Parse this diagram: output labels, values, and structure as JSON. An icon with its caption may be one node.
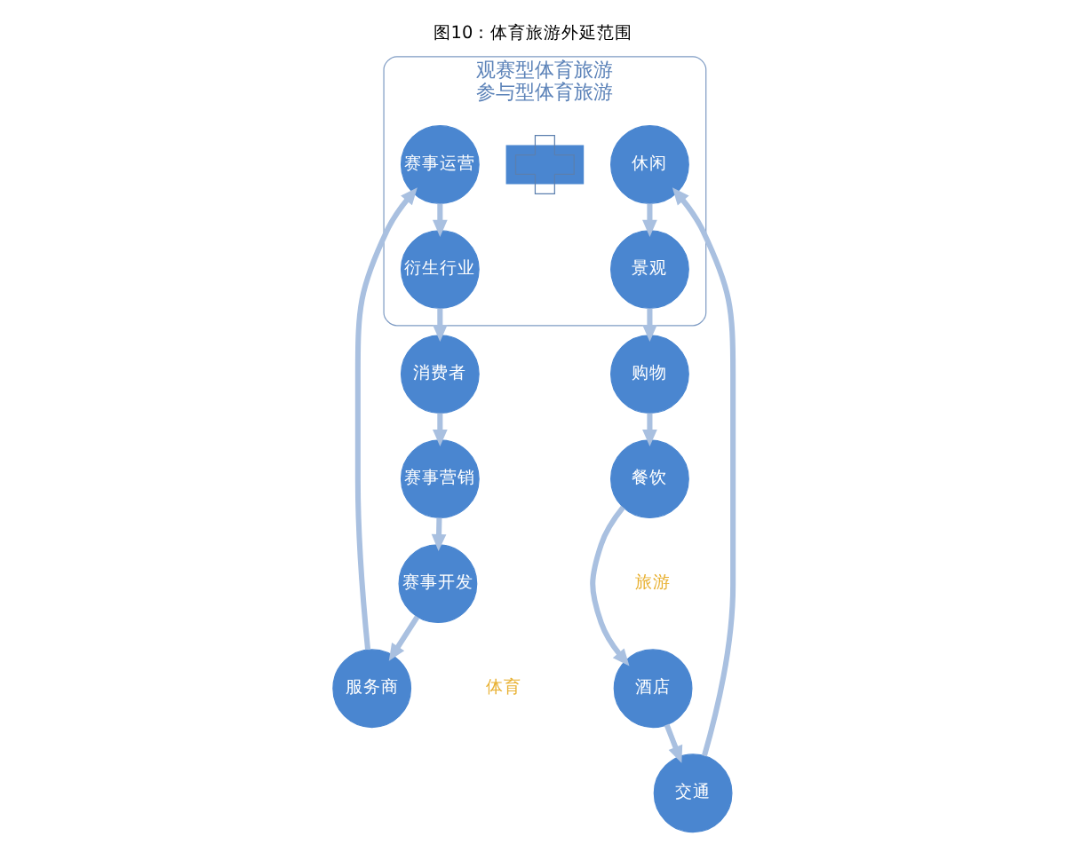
{
  "diagram": {
    "title": "图10：体育旅游外延范围",
    "nodes": [
      {
        "text": [
          "观赛型体育旅游",
          "参与型体育旅游"
        ]
      },
      {
        "text": [
          "赛事开发"
        ]
      },
      {
        "text": [
          "服务商"
        ]
      },
      {
        "text": [
          "赛事运营"
        ],
        "in": 0
      },
      {
        "text": [
          "衍生行业"
        ],
        "in": 0
      },
      {
        "text": [
          "消费者"
        ]
      },
      {
        "text": [
          "赛事营销"
        ]
      },
      {
        "text": [],
        "shape": "cross",
        "in": 0
      },
      {
        "text": [
          "景观"
        ],
        "in": 0
      },
      {
        "text": [
          "休闲"
        ],
        "in": 0
      },
      {
        "text": [
          "购物"
        ]
      },
      {
        "text": [
          "餐饮"
        ]
      },
      {
        "text": [
          "酒店"
        ]
      },
      {
        "text": [
          "交通"
        ]
      }
    ],
    "edges": [
      {
        "from": 1,
        "to": 2,
        "arrow": "to"
      },
      {
        "from": 2,
        "to": 3,
        "arrow": "to"
      },
      {
        "from": 3,
        "to": 4,
        "arrow": "to"
      },
      {
        "from": 4,
        "to": 5,
        "arrow": "to"
      },
      {
        "from": 5,
        "to": 6,
        "arrow": "to"
      },
      {
        "from": 6,
        "to": 1,
        "arrow": "to"
      },
      {
        "from": 9,
        "to": 8,
        "arrow": "to"
      },
      {
        "from": 8,
        "to": 10,
        "arrow": "to"
      },
      {
        "from": 10,
        "to": 11,
        "arrow": "to"
      },
      {
        "from": 11,
        "to": 12,
        "arrow": "to"
      },
      {
        "from": 12,
        "to": 13,
        "arrow": "to"
      },
      {
        "from": 13,
        "to": 9,
        "arrow": "to"
      }
    ],
    "labels": [
      "体育",
      "旅游"
    ]
  }
}
